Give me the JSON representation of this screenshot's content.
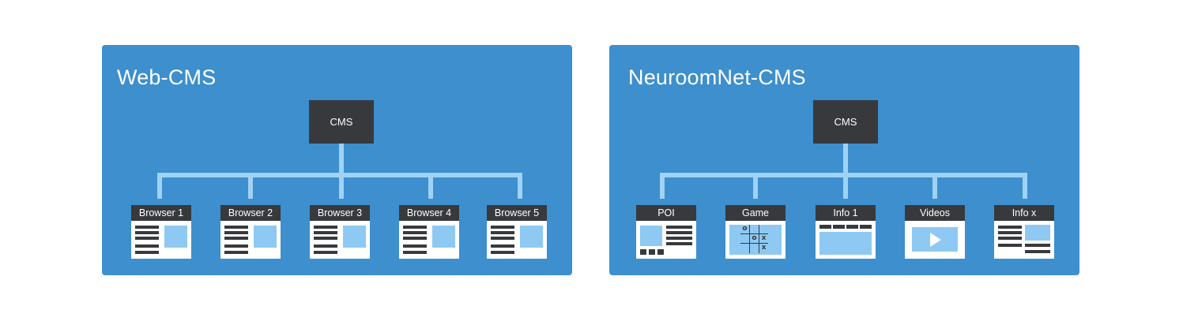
{
  "panels": {
    "web": {
      "title": "Web-CMS",
      "cms_label": "CMS",
      "nodes": [
        "Browser 1",
        "Browser 2",
        "Browser 3",
        "Browser 4",
        "Browser 5"
      ]
    },
    "neuroom": {
      "title": "NeuroomNet-CMS",
      "cms_label": "CMS",
      "nodes": [
        "POI",
        "Game",
        "Info 1",
        "Videos",
        "Info x"
      ]
    }
  },
  "game_grid": {
    "marks": [
      "o",
      "",
      "",
      "",
      "o",
      "x",
      "",
      "",
      "x"
    ]
  },
  "colors": {
    "panel": "#3d8fcd",
    "dark_box": "#38393d",
    "connector": "#9fd2f6",
    "light_block": "#8ec9f3"
  }
}
